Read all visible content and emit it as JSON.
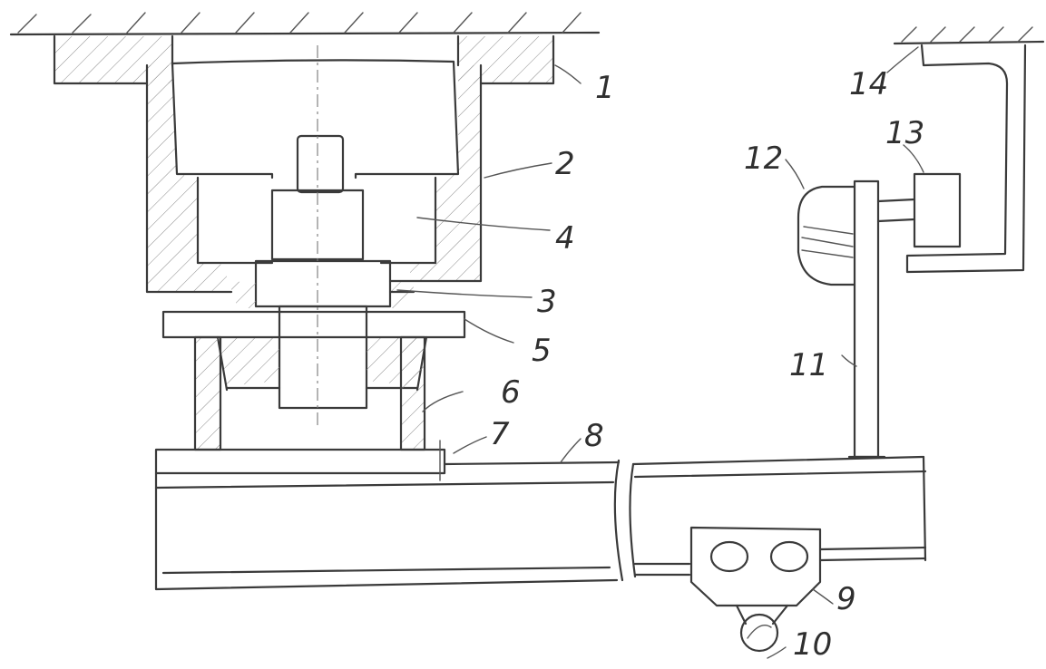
{
  "labels": {
    "l1": "1",
    "l2": "2",
    "l3": "3",
    "l4": "4",
    "l5": "5",
    "l6": "6",
    "l7": "7",
    "l8": "8",
    "l9": "9",
    "l10": "10",
    "l11": "11",
    "l12": "12",
    "l13": "13",
    "l14": "14"
  },
  "colors": {
    "ink": "#3a3a3a",
    "paper": "#ffffff"
  }
}
